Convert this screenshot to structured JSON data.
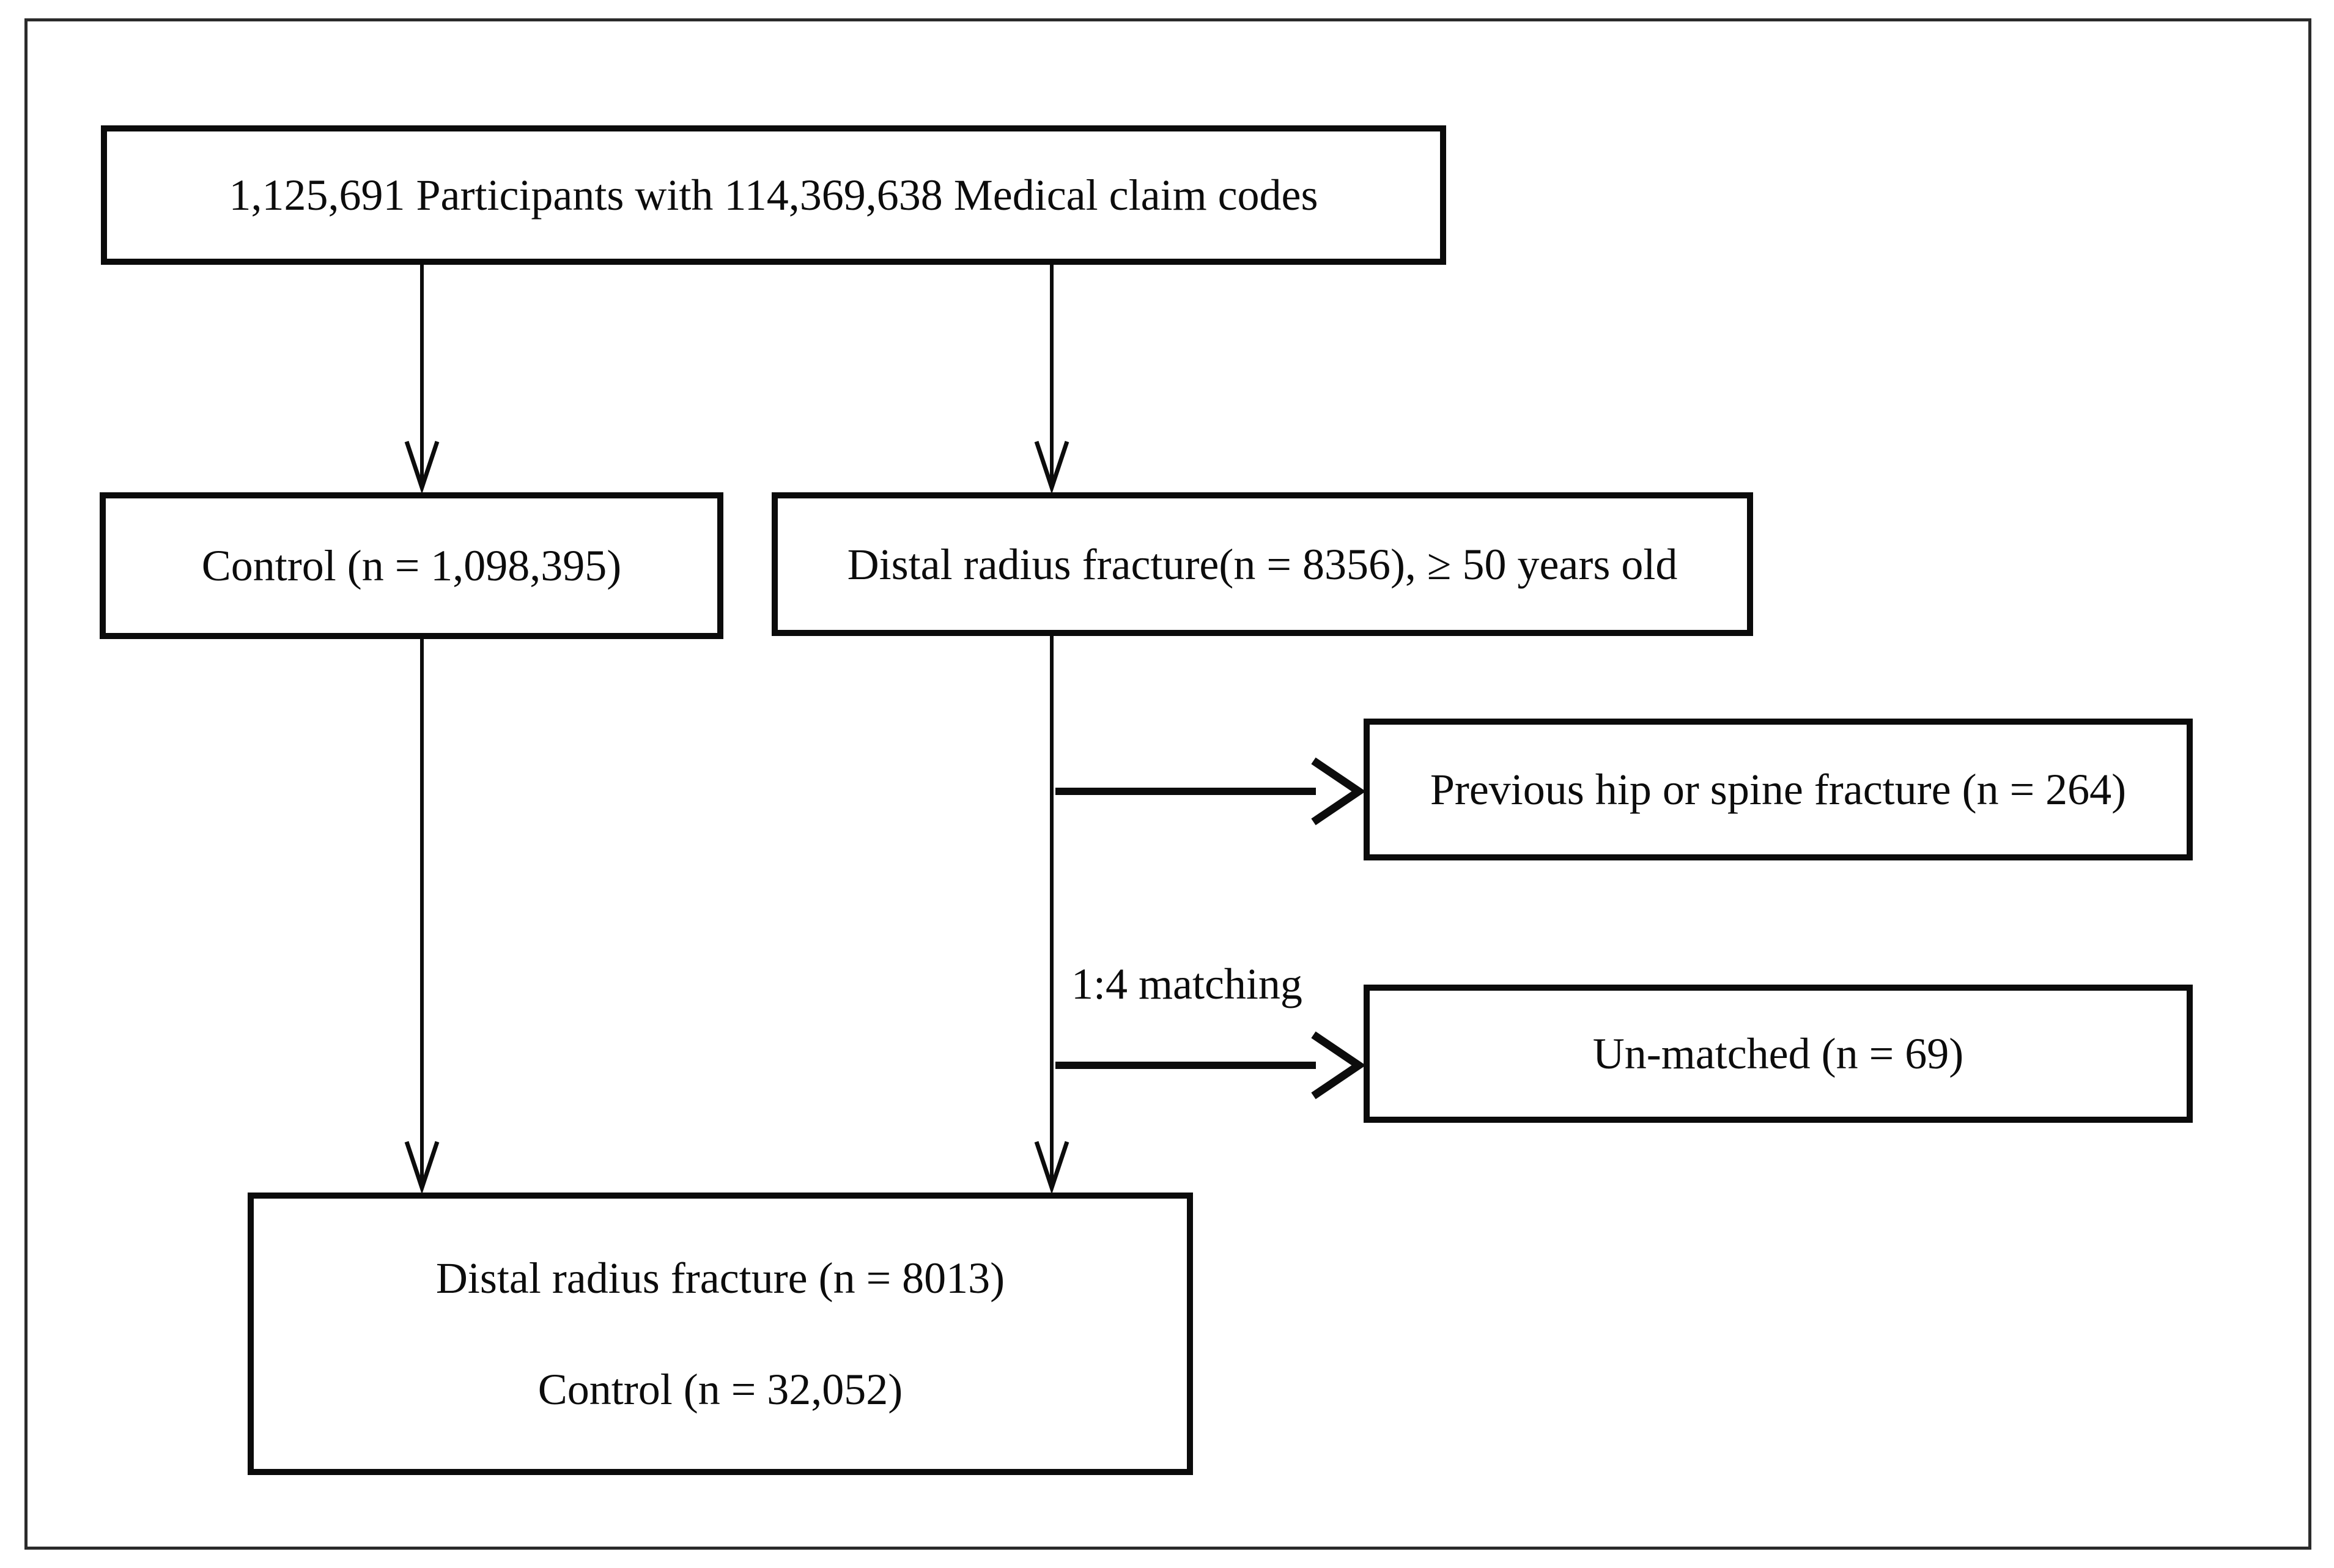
{
  "diagram": {
    "kind": "study-selection-flowchart",
    "boxes": {
      "participants": {
        "label": "1,125,691 Participants with 114,369,638 Medical claim codes"
      },
      "control": {
        "label": "Control (n = 1,098,395)"
      },
      "fracture": {
        "label": "Distal radius fracture(n = 8356), ≥ 50 years old"
      },
      "previous_fracture": {
        "label": "Previous hip or spine fracture (n = 264)"
      },
      "unmatched": {
        "label": "Un-matched (n = 69)"
      },
      "final": {
        "line1": "Distal radius fracture (n = 8013)",
        "line2": "Control (n = 32,052)"
      }
    },
    "labels": {
      "matching": "1:4 matching"
    },
    "colors": {
      "ink": "#0c0c0c",
      "background": "#ffffff",
      "frame": "#2b2b2b"
    }
  }
}
